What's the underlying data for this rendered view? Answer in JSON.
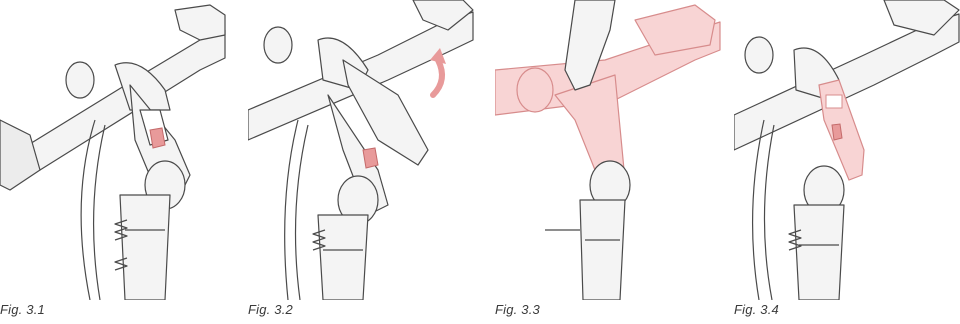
{
  "figures": [
    {
      "id": "fig-3-1",
      "caption": "Fig. 3.1"
    },
    {
      "id": "fig-3-2",
      "caption": "Fig. 3.2"
    },
    {
      "id": "fig-3-3",
      "caption": "Fig. 3.3"
    },
    {
      "id": "fig-3-4",
      "caption": "Fig. 3.4"
    }
  ],
  "colors": {
    "line": "#4a4a4a",
    "fill": "#f4f4f4",
    "accent": "#e89a9a",
    "accent_light": "#f5c9c9",
    "caption": "#3a3a3a"
  }
}
